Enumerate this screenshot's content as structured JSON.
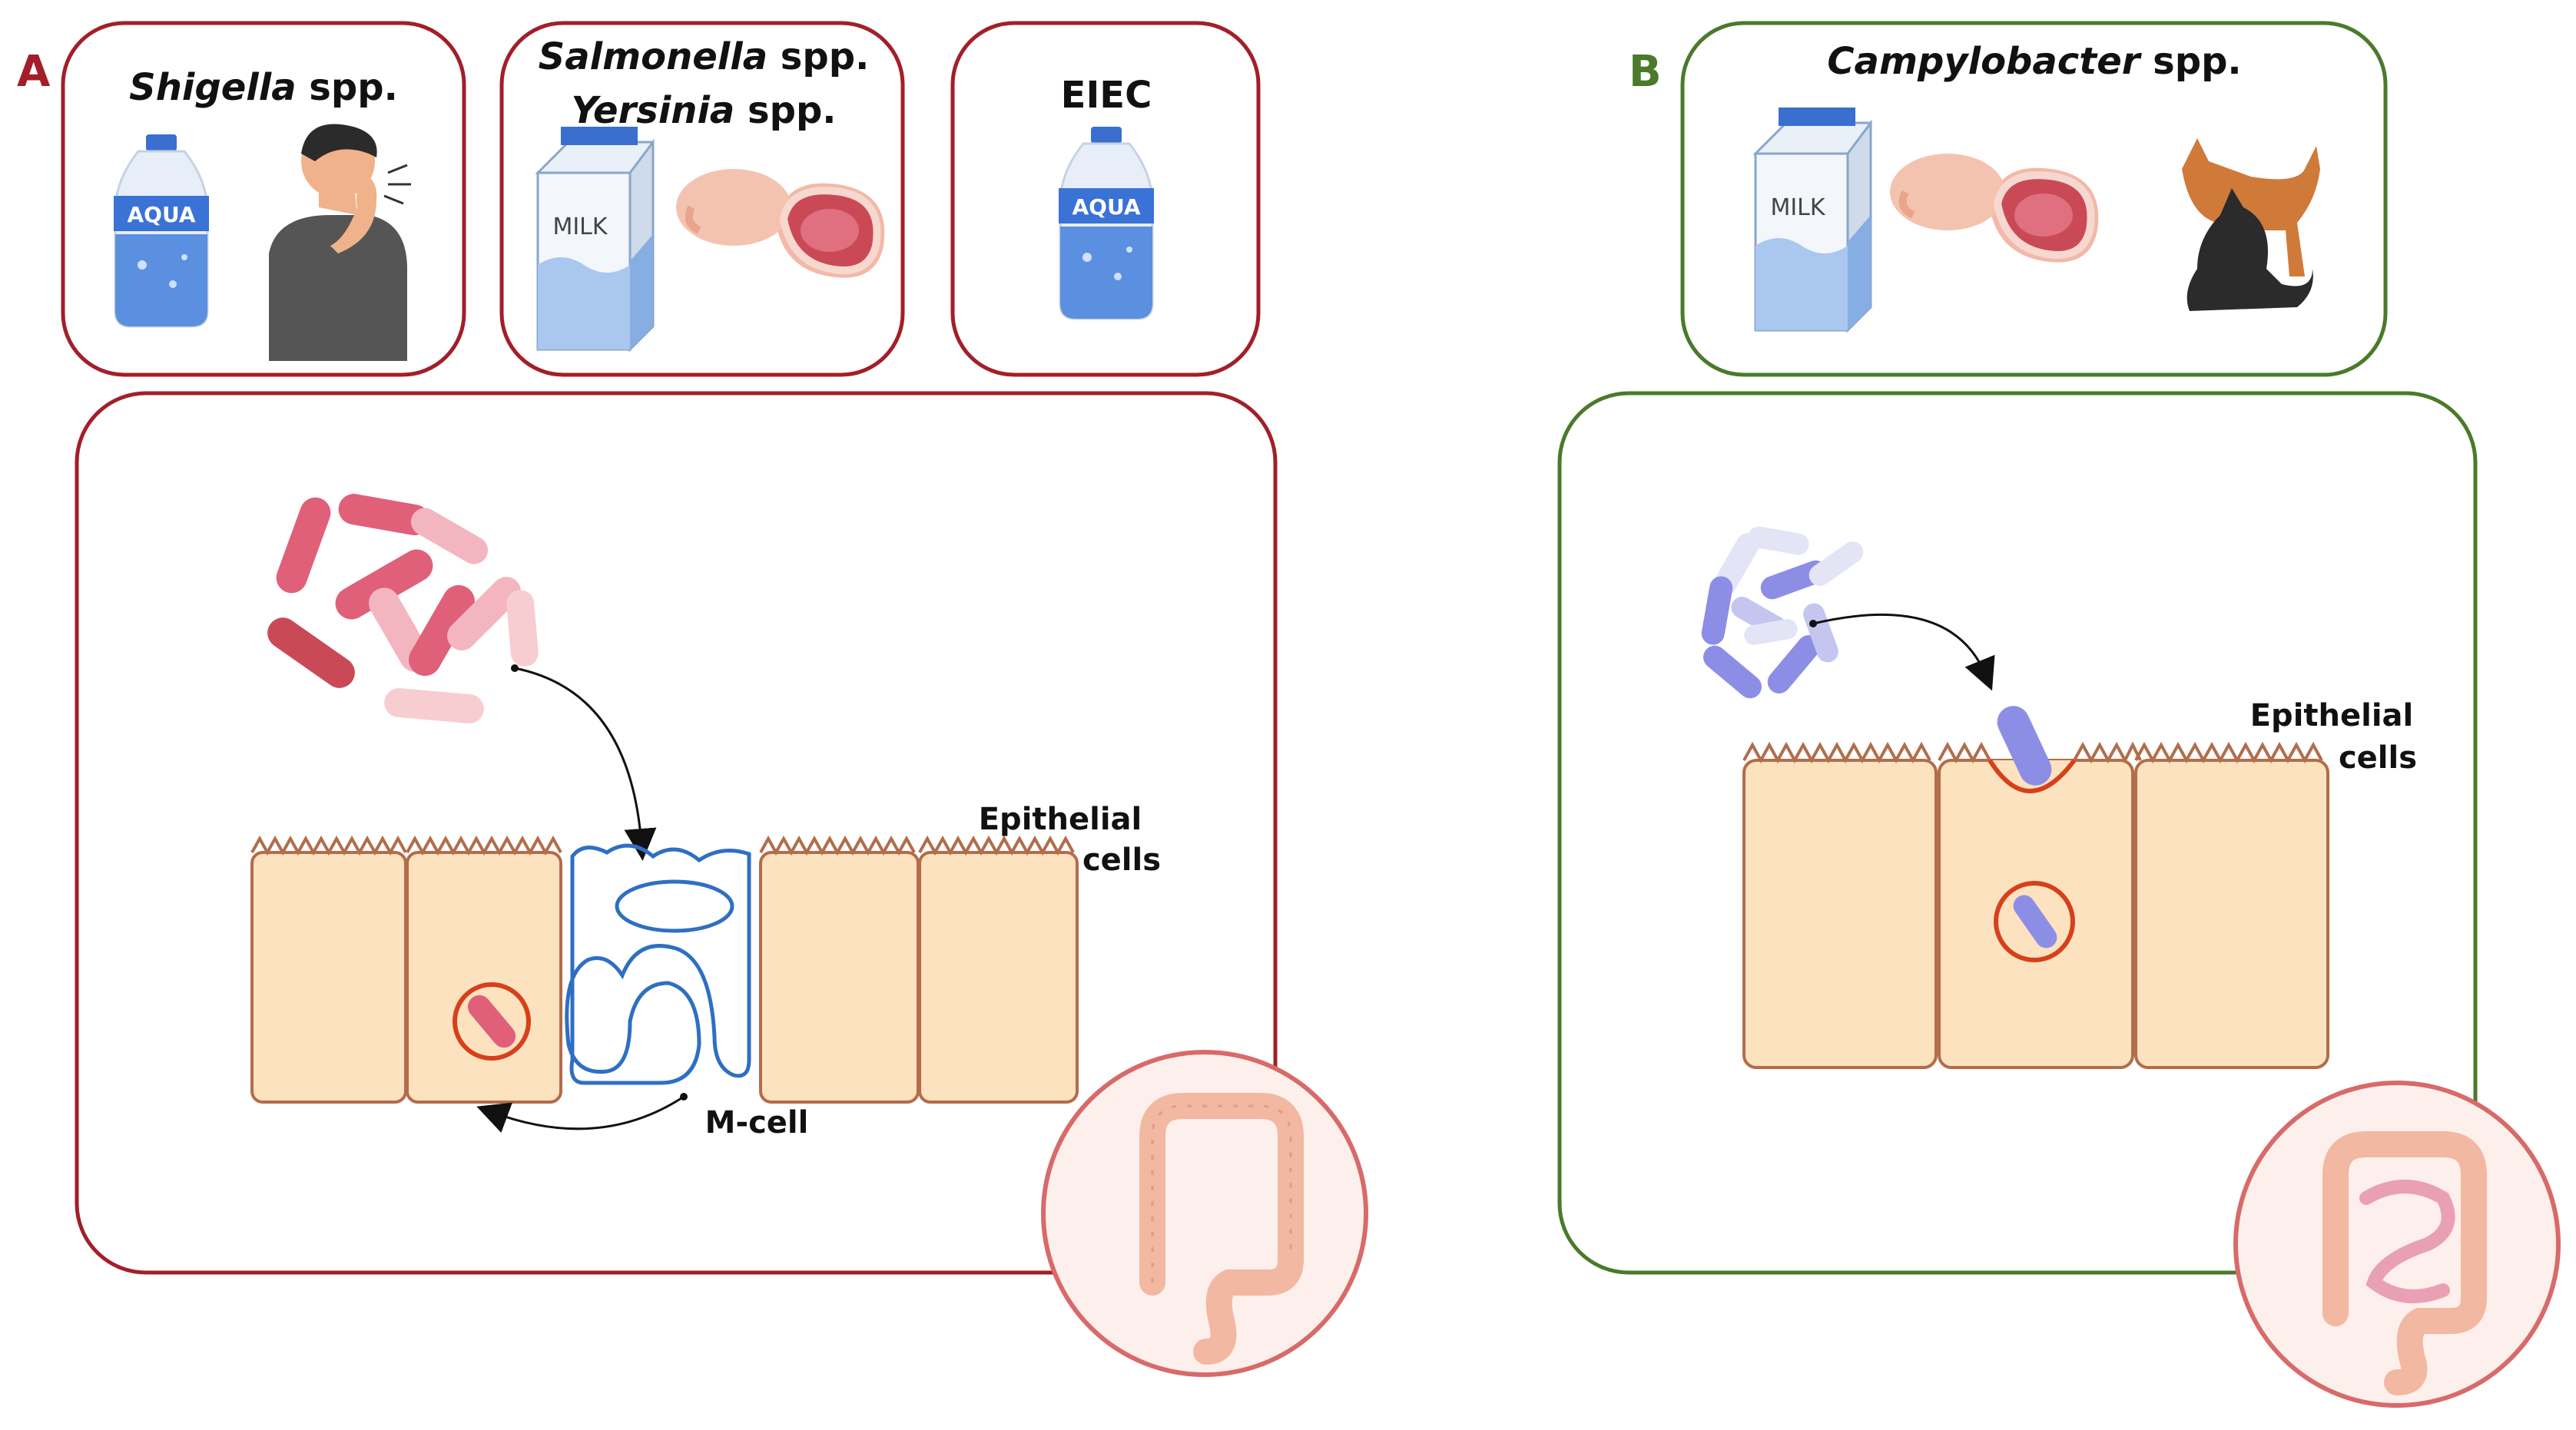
{
  "panel_a": {
    "letter": "A",
    "boxes": [
      {
        "pathogen": "Shigella",
        "suffix": " spp."
      },
      {
        "pathogen": "Salmonella",
        "suffix": " spp."
      },
      {
        "pathogen": "Yersinia",
        "suffix": " spp."
      },
      {
        "pathogen": "",
        "suffix": "EIEC"
      }
    ],
    "epithelial_label_1": "Epithelial",
    "epithelial_label_2": "cells",
    "mcell_label": "M-cell",
    "bottle_brand": "AQUA",
    "milk_text": "MILK"
  },
  "panel_b": {
    "letter": "B",
    "pathogen": "Campylobacter",
    "suffix": " spp.",
    "epithelial_label_1": "Epithelial",
    "epithelial_label_2": "cells",
    "milk_text": "MILK"
  },
  "colors": {
    "panel_a_border": "#a21f2a",
    "panel_b_border": "#4a7a2a",
    "cell_fill": "#fde2c0",
    "cell_border": "#b26d4b",
    "mcell": "#2e6fc3",
    "bacteria_a": "#e0607a",
    "bacteria_b": "#8c8ee6"
  }
}
